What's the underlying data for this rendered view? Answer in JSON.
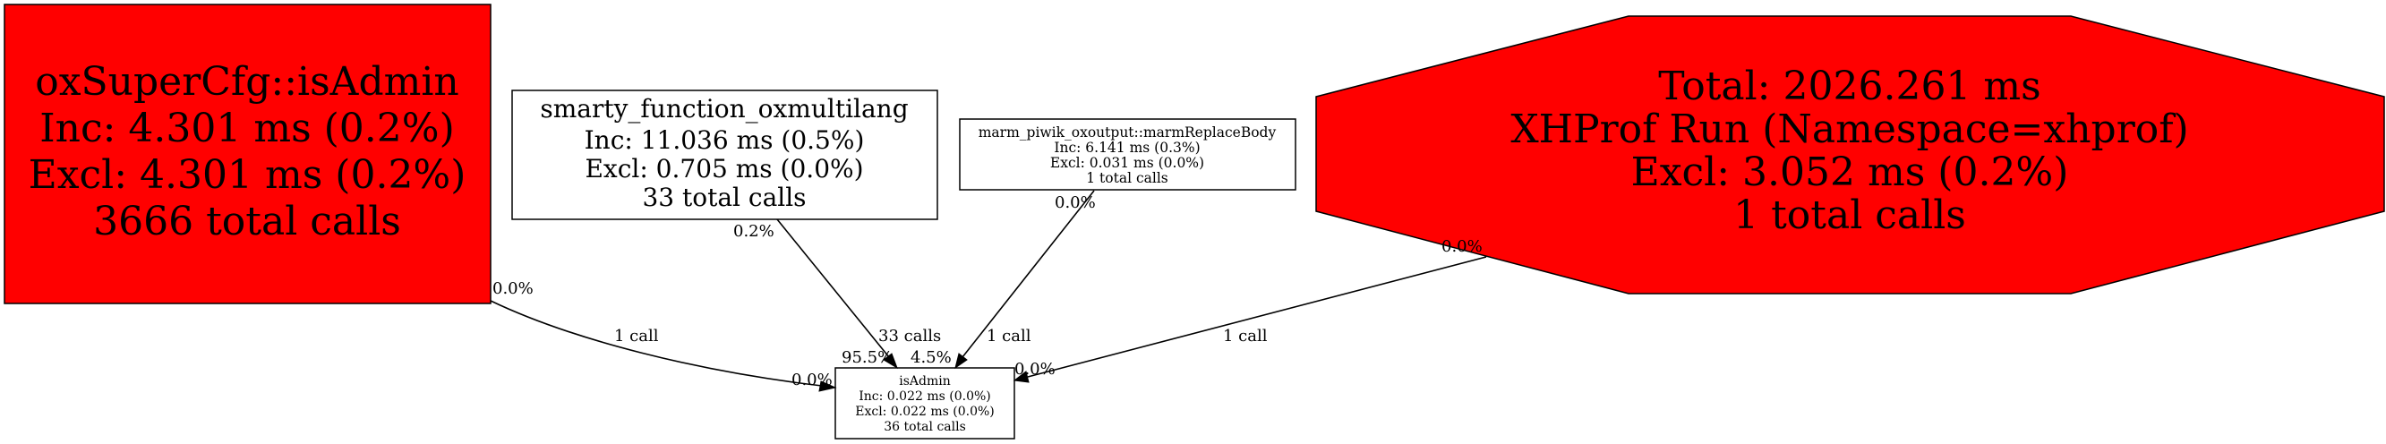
{
  "graph": {
    "colors": {
      "hot": "#ff0000",
      "normal": "#ffffff",
      "stroke": "#000000"
    },
    "nodes": {
      "oxsupercfg": {
        "name": "oxSuperCfg::isAdmin",
        "inc": "Inc: 4.301 ms (0.2%)",
        "excl": "Excl: 4.301 ms (0.2%)",
        "calls": "3666 total calls"
      },
      "smarty": {
        "name": "smarty_function_oxmultilang",
        "inc": "Inc: 11.036 ms (0.5%)",
        "excl": "Excl: 0.705 ms (0.0%)",
        "calls": "33 total calls"
      },
      "marm": {
        "name": "marm_piwik_oxoutput::marmReplaceBody",
        "inc": "Inc: 6.141 ms (0.3%)",
        "excl": "Excl: 0.031 ms (0.0%)",
        "calls": "1 total calls"
      },
      "root": {
        "name": "Total: 2026.261 ms",
        "run": "XHProf Run (Namespace=xhprof)",
        "excl": "Excl: 3.052 ms (0.2%)",
        "calls": "1 total calls"
      },
      "isadmin": {
        "name": "isAdmin",
        "inc": "Inc: 0.022 ms (0.0%)",
        "excl": "Excl: 0.022 ms (0.0%)",
        "calls": "36 total calls"
      }
    },
    "edges": {
      "oxsupercfg_isadmin": {
        "label": "1 call",
        "tail": "0.0%",
        "head": "0.0%"
      },
      "smarty_isadmin": {
        "label": "33 calls",
        "tail": "0.2%",
        "head": "95.5%"
      },
      "marm_isadmin": {
        "label": "1 call",
        "tail": "0.0%",
        "head": "4.5%"
      },
      "root_isadmin": {
        "label": "1 call",
        "tail": "0.0%",
        "head": "0.0%"
      }
    }
  }
}
